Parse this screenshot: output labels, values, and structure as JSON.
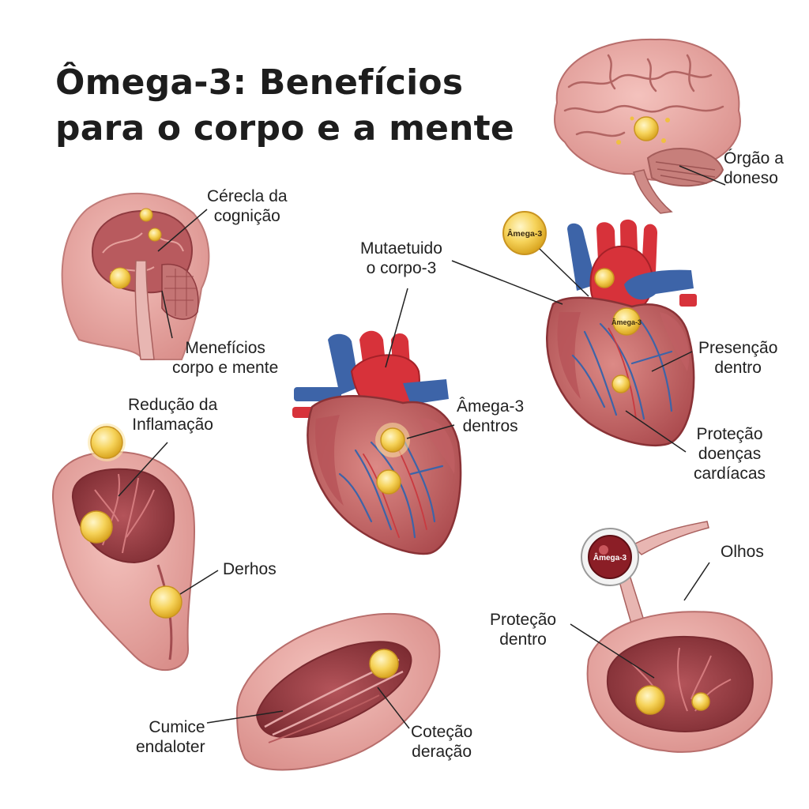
{
  "title": {
    "line1": "Ômega-3: Benefícios",
    "line2": "para o corpo e a mente"
  },
  "labels": {
    "brain_organ": [
      "Órgão a",
      "doneso"
    ],
    "head_cognition": [
      "Cérecla da",
      "cognição"
    ],
    "head_benefits": [
      "Menefícios",
      "corpo e mente"
    ],
    "center_heart_top": [
      "Mutaetuido",
      "o corpo-3"
    ],
    "center_heart_omega": [
      "Âmega-3",
      "dentros"
    ],
    "right_heart_presence": [
      "Presenção",
      "dentro"
    ],
    "right_heart_protection": [
      "Proteção",
      "doenças",
      "cardíacas"
    ],
    "organ_inflammation": [
      "Redução da",
      "Inflamação"
    ],
    "organ_derhos": [
      "Derhos"
    ],
    "lower_cumice": [
      "Cumice",
      "endaloter"
    ],
    "lower_cotecao": [
      "Coteção",
      "deração"
    ],
    "eye_olhos": [
      "Olhos"
    ],
    "eye_protection": [
      "Proteção",
      "dentro"
    ]
  },
  "capsule_text": {
    "heart_top": "Âmega-3",
    "heart_mid": "Âmega-3",
    "eye": "Âmega-3"
  },
  "colors": {
    "tissue": "#e9a9a4",
    "tissue_dark": "#9c3f43",
    "artery": "#d7323a",
    "vein": "#3d64a8",
    "capsule": "#f2c84b"
  }
}
